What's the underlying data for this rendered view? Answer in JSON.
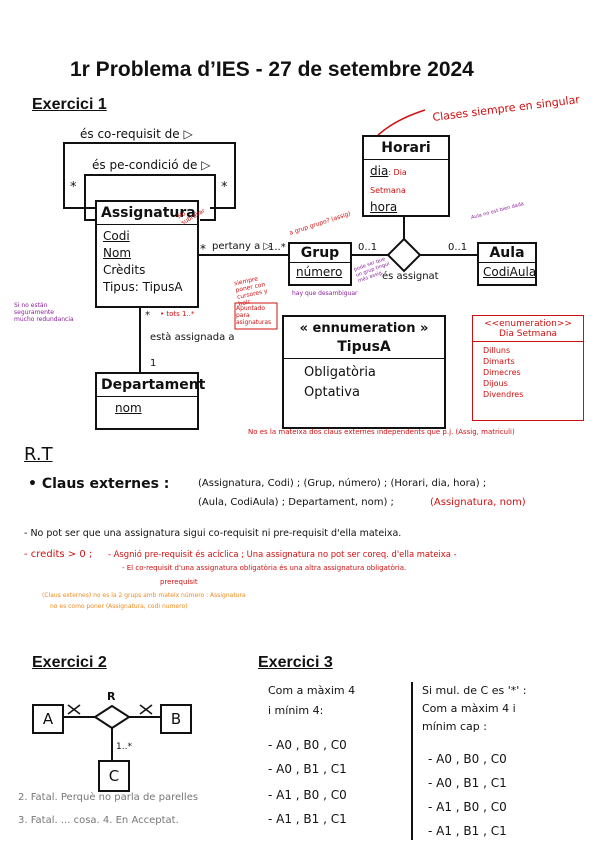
{
  "title": "1r Problema d’IES - 27 de setembre 2024",
  "exercici1": {
    "heading": "Exercici 1",
    "horari": {
      "name": "Horari",
      "attrs": [
        "dia",
        "hora"
      ],
      "dia_note": ": Dia Setmana"
    },
    "assignatura": {
      "name": "Assignatura",
      "attrs": [
        "Codi",
        "Nom",
        "Crèdits",
        "Tipus: TipusA"
      ]
    },
    "grup": {
      "name": "Grup",
      "attrs": [
        "número"
      ]
    },
    "aula": {
      "name": "Aula",
      "attrs": [
        "CodiAula"
      ]
    },
    "departament": {
      "name": "Departament",
      "attrs": [
        "nom"
      ]
    },
    "enum_tipus": {
      "stereotype": "« ennumeration »",
      "name": "TipusA",
      "values": [
        "Obligatòria",
        "Optativa"
      ]
    },
    "enum_dia": {
      "stereotype": "<<enumeration>>",
      "name": "Dia Setmana",
      "values": [
        "Dilluns",
        "Dimarts",
        "Dimecres",
        "Dijous",
        "Divendres"
      ]
    },
    "labels": {
      "corequisit": "és co-requisit de ▷",
      "precondicio": "és pe-condició de ▷",
      "pertany": "pertany a ▷",
      "es_assignat": "és assignat",
      "esta_assignada": "està assignada a",
      "mult_star": "*",
      "mult_1": "1",
      "mult_1star": "1..*",
      "mult_01": "0..1"
    },
    "notes": {
      "classes_singular": "Clases siempre en singular",
      "no_subratllar": "No subrallar",
      "sempre_posar": "siempre poner con cursores y bolc",
      "apuntado": "Apuntado para asignaturas",
      "tots_1star": "• tots 1..*",
      "grup_grupo": "a grup grupo? (assig)",
      "hay_que_desambiguar": "hay que desambiguar",
      "pode_ser": "pode ser que un grup tingui més assig.",
      "aula_note": "Aula no est bien dada",
      "si_no_estan": "Si no están seguramente mucho redundancia",
      "no_es_la_mateixa": "No es la mateixa dos claus externes independents que p.j. (Assig, matriculi)"
    }
  },
  "rt": {
    "heading": "R.T",
    "claus_label": "• Claus externes :",
    "claus_line1": "(Assignatura, Codi) ; (Grup, número) ; (Horari, dia, hora) ;",
    "claus_line2": "(Aula, CodiAula) ; Departament, nom) ;",
    "claus_red": "(Assignatura, nom)",
    "rule1": "- No pot ser que una assignatura sigui co-requisit ni pre-requisit d'ella mateixa.",
    "rule2_black": "- credits > 0 ;",
    "rule2_red": "- Asgnió pre-requisit és acíclica ; Una assignatura no pot ser coreq. d'ella mateixa -",
    "rule3_red": "- El co-requisit d'una assignatura obligatòria és una altra assignatura obligatòria.",
    "rule3_sub": "prerequisit",
    "orange1": "(Claus externes) no es la 2 grups amb mateix número : Assignatura",
    "orange2": "no es como poner (Assignatura, codi numero)"
  },
  "exercici2": {
    "heading": "Exercici 2",
    "entity_a": "A",
    "entity_b": "B",
    "entity_c": "C",
    "relation": "R",
    "mult_c": "1..*",
    "note1": "2. Fatal. Perquè no parla de parelles",
    "note2": "3. Fatal. ... cosa. 4. En Acceptat."
  },
  "exercici3": {
    "heading": "Exercici 3",
    "left_title1": "Com a màxim 4",
    "left_title2": "i mínim 4:",
    "left_items": [
      "- A0 , B0 , C0",
      "- A0 , B1 , C1",
      "- A1 , B0 , C0",
      "- A1 , B1 , C1"
    ],
    "right_title1": "Si mul. de C es '*' :",
    "right_title2": "Com a màxim 4 i",
    "right_title3": "mínim cap :",
    "right_items": [
      "- A0 , B0 , C0",
      "- A0 , B1 , C1",
      "- A1 , B0 , C0",
      "- A1 , B1 , C1"
    ]
  }
}
